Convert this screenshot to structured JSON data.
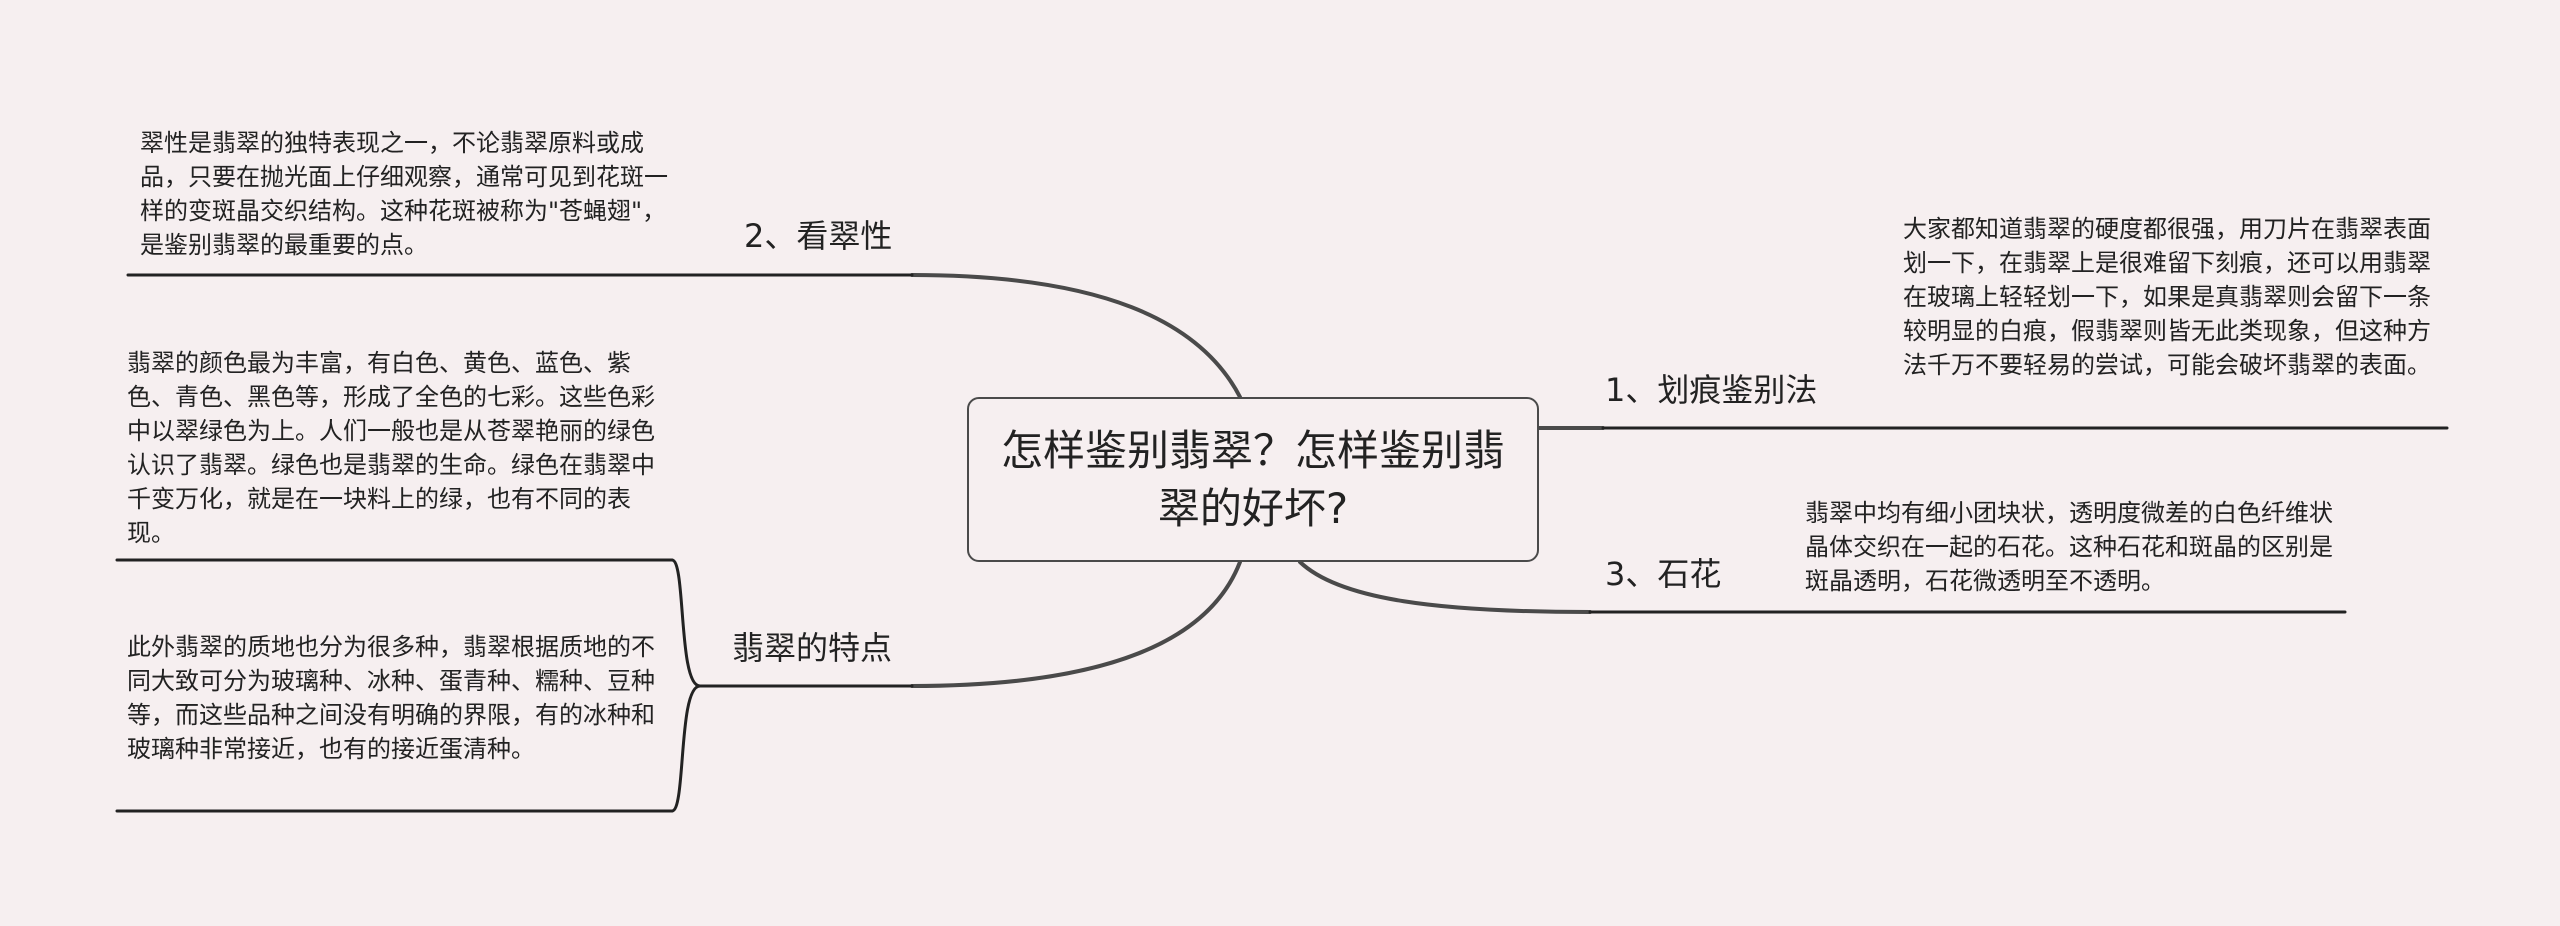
{
  "central_topic": "怎样鉴别翡翠？怎样鉴别翡翠的好坏?",
  "branches": [
    {
      "label": "2、看翠性",
      "notes": [
        "翠性是翡翠的独特表现之一，不论翡翠原料或成品，只要在抛光面上仔细观察，通常可见到花斑一样的变斑晶交织结构。这种花斑被称为\"苍蝇翅\"，是鉴别翡翠的最重要的点。"
      ]
    },
    {
      "label": "翡翠的特点",
      "notes": [
        "翡翠的颜色最为丰富，有白色、黄色、蓝色、紫色、青色、黑色等，形成了全色的七彩。这些色彩中以翠绿色为上。人们一般也是从苍翠艳丽的绿色认识了翡翠。绿色也是翡翠的生命。绿色在翡翠中千变万化，就是在一块料上的绿，也有不同的表现。",
        "此外翡翠的质地也分为很多种，翡翠根据质地的不同大致可分为玻璃种、冰种、蛋青种、糯种、豆种等，而这些品种之间没有明确的界限，有的冰种和玻璃种非常接近，也有的接近蛋清种。"
      ]
    },
    {
      "label": "1、划痕鉴别法",
      "notes": [
        "大家都知道翡翠的硬度都很强，用刀片在翡翠表面划一下，在翡翠上是很难留下刻痕，还可以用翡翠在玻璃上轻轻划一下，如果是真翡翠则会留下一条较明显的白痕，假翡翠则皆无此类现象，但这种方法千万不要轻易的尝试，可能会破坏翡翠的表面。"
      ]
    },
    {
      "label": "3、石花",
      "notes": [
        "翡翠中均有细小团块状，透明度微差的白色纤维状晶体交织在一起的石花。这种石花和斑晶的区别是斑晶透明，石花微透明至不透明。"
      ]
    }
  ],
  "colors": {
    "background": "#f6eff0",
    "line": "#4a4a4a",
    "text": "#222222"
  }
}
